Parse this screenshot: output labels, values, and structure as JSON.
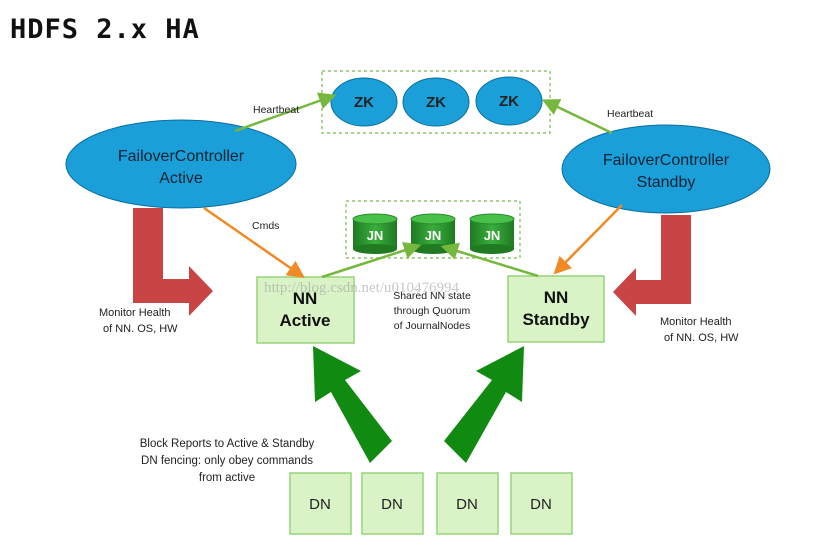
{
  "title": "HDFS 2.x HA",
  "zookeeper": {
    "nodes": [
      "ZK",
      "ZK",
      "ZK"
    ]
  },
  "journal": {
    "nodes": [
      "JN",
      "JN",
      "JN"
    ]
  },
  "failover": {
    "active": {
      "line1": "FailoverController",
      "line2": "Active"
    },
    "standby": {
      "line1": "FailoverController",
      "line2": "Standby"
    }
  },
  "namenodes": {
    "active": {
      "line1": "NN",
      "line2": "Active"
    },
    "standby": {
      "line1": "NN",
      "line2": "Standby"
    }
  },
  "labels": {
    "heartbeat_left": "Heartbeat",
    "heartbeat_right": "Heartbeat",
    "cmds": "Cmds",
    "monitor_left": [
      "Monitor Health",
      "of NN. OS, HW"
    ],
    "monitor_right": [
      "Monitor Health",
      "of NN. OS, HW"
    ],
    "shared": [
      "Shared NN state",
      "through Quorum",
      "of JournalNodes"
    ],
    "block_reports": [
      "Block Reports to Active & Standby",
      "DN fencing: only obey commands",
      "from active"
    ]
  },
  "datanodes": [
    "DN",
    "DN",
    "DN",
    "DN"
  ],
  "watermark": "http://blog.csdn.net/u010476994",
  "colors": {
    "ellipse_blue": "#1a9fd8",
    "jn_green": "#2e9a30",
    "nn_fill": "#d9f2c6",
    "nn_border": "#98d47a",
    "arrow_green": "#76b83d",
    "arrow_orange": "#f08a24",
    "big_arrow_green": "#118a11",
    "big_arrow_red": "#c94545"
  }
}
